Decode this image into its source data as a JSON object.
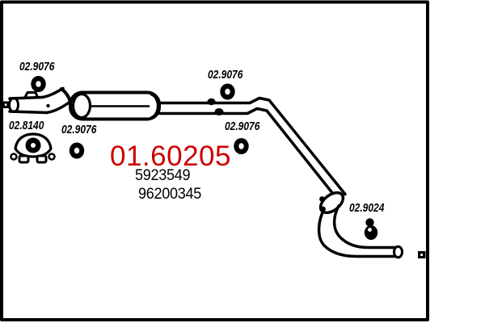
{
  "colors": {
    "line": "#000000",
    "accent": "#cc0000",
    "background": "#ffffff"
  },
  "diagram": {
    "main_part_number": "01.60205",
    "oe_numbers": [
      "5923549",
      "96200345"
    ],
    "callouts": {
      "front_gasket": "02.9076",
      "front_mount": "02.8140",
      "mid_gasket_left": "02.9076",
      "mid_gasket_top": "02.9076",
      "mid_gasket_bottom": "02.9076",
      "rear_hanger": "02.9024"
    }
  }
}
